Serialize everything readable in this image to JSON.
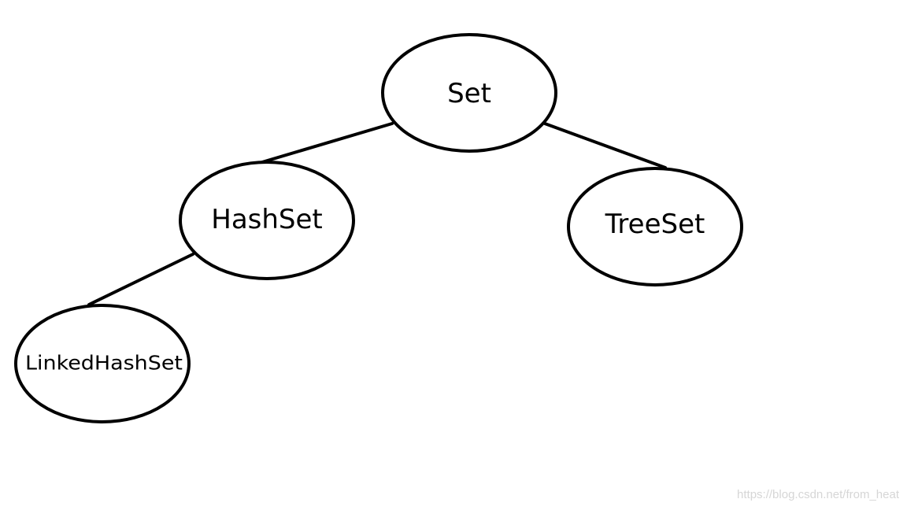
{
  "diagram": {
    "nodes": [
      {
        "id": "set",
        "label": "Set"
      },
      {
        "id": "hashset",
        "label": "HashSet"
      },
      {
        "id": "treeset",
        "label": "TreeSet"
      },
      {
        "id": "linkedhashset",
        "label": "LinkedHashSet"
      }
    ],
    "edges": [
      {
        "from": "set",
        "to": "hashset"
      },
      {
        "from": "set",
        "to": "treeset"
      },
      {
        "from": "hashset",
        "to": "linkedhashset"
      }
    ]
  },
  "watermark": "https://blog.csdn.net/from_heat"
}
